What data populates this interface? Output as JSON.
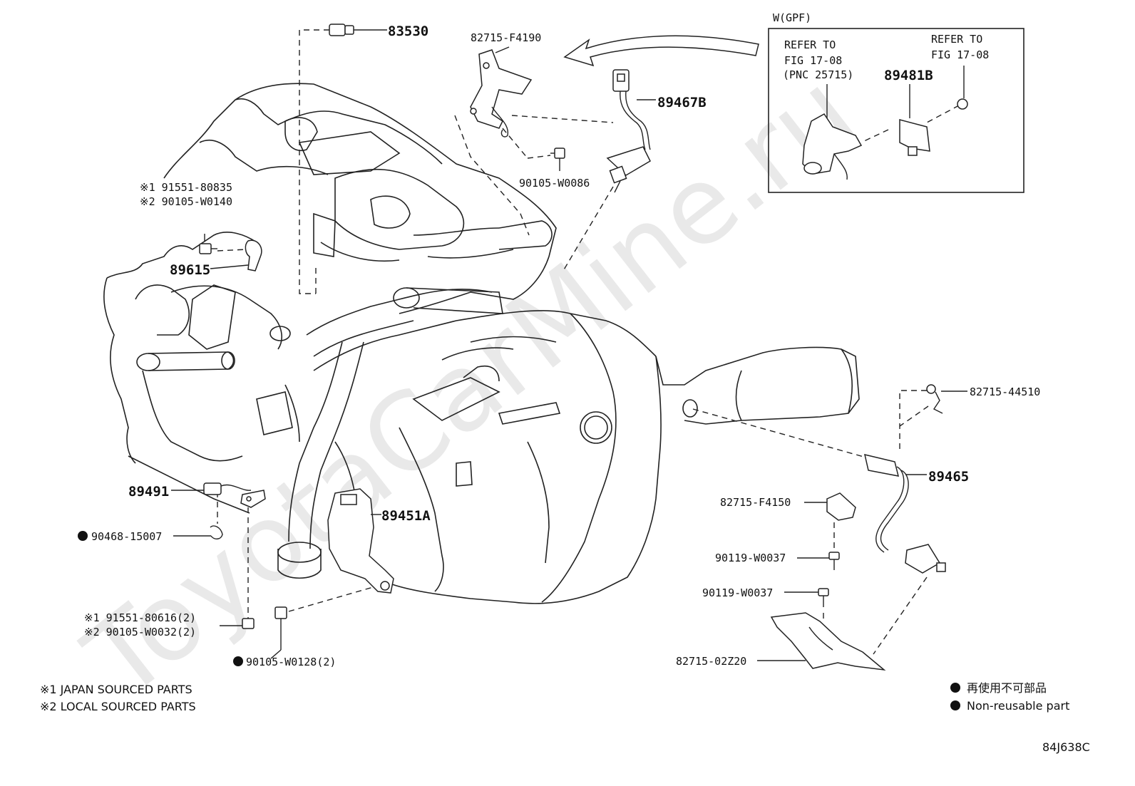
{
  "watermark": "ToyotaCarMine.ru",
  "inset": {
    "title": "W(GPF)",
    "refer_left": [
      "REFER TO",
      "FIG 17-08",
      "(PNC 25715)"
    ],
    "refer_right": [
      "REFER TO",
      "FIG 17-08"
    ],
    "part": "89481B"
  },
  "parts": {
    "p83530": "83530",
    "p82715_F4190": "82715-F4190",
    "p89467B": "89467B",
    "p90105_W0086": "90105-W0086",
    "p91551_80835": "※1 91551-80835",
    "p90105_W0140": "※2 90105-W0140",
    "p89615": "89615",
    "p82715_44510": "82715-44510",
    "p89465": "89465",
    "p82715_F4150": "82715-F4150",
    "p90119_W0037_a": "90119-W0037",
    "p90119_W0037_b": "90119-W0037",
    "p82715_02Z20": "82715-02Z20",
    "p89491": "89491",
    "p90468_15007": "90468-15007",
    "p89451A": "89451A",
    "p91551_80616": "※1 91551-80616(2)",
    "p90105_W0032": "※2 90105-W0032(2)",
    "p90105_W0128": "90105-W0128(2)"
  },
  "footnotes": {
    "note1": "※1 JAPAN SOURCED PARTS",
    "note2": "※2 LOCAL SOURCED PARTS"
  },
  "legend": {
    "jp": "再使用不可部品",
    "en": "Non-reusable part"
  },
  "figure_code": "84J638C"
}
